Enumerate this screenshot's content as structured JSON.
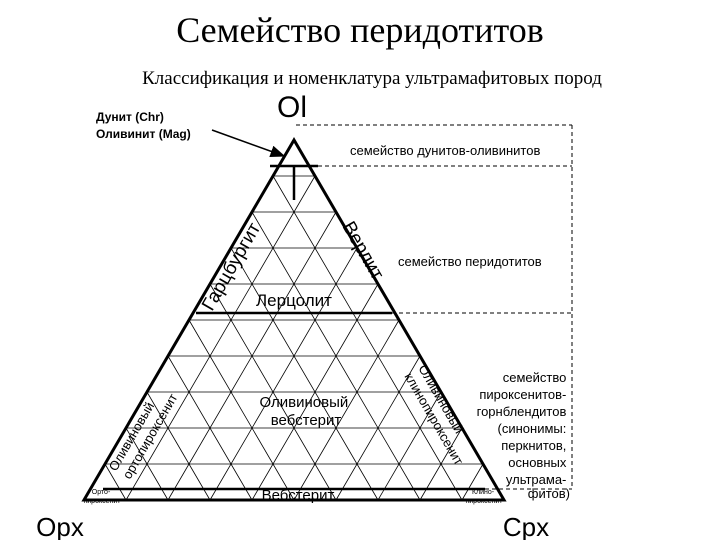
{
  "title": "Семейство перидотитов",
  "subtitle": "Классификация и номенклатура ультрамафитовых пород",
  "vertices": {
    "top": "Ol",
    "bottom_left": "Opx",
    "bottom_right": "Cpx"
  },
  "callout": {
    "line1": "Дунит (Chr)",
    "line2": "Оливинит (Mag)"
  },
  "families": {
    "dunite": "семейство дунитов-оливинитов",
    "peridotite": "семейство перидотитов",
    "pyroxenite": [
      "семейство",
      "пироксенитов-",
      "горнблендитов",
      "(синонимы:",
      "перкнитов,",
      "основных",
      "ультрама-",
      "фитов)"
    ]
  },
  "fields": {
    "harzburgite": "Гарцбургит",
    "wehrlite": "Верлит",
    "lherzolite": "Лерцолит",
    "ol_orthopyroxenite": [
      "Оливиновый",
      "ортопироксенит"
    ],
    "ol_clinopyroxenite": [
      "Оливиновый",
      "клинопироксенит"
    ],
    "ol_websterite": [
      "Оливиновый",
      "вебстерит"
    ],
    "websterite": "Вебстерит",
    "orthopyroxenite_small": [
      "Орто-",
      "пироксенит"
    ],
    "clinopyroxenite_small": [
      "Клино-",
      "пироксенит"
    ]
  }
}
